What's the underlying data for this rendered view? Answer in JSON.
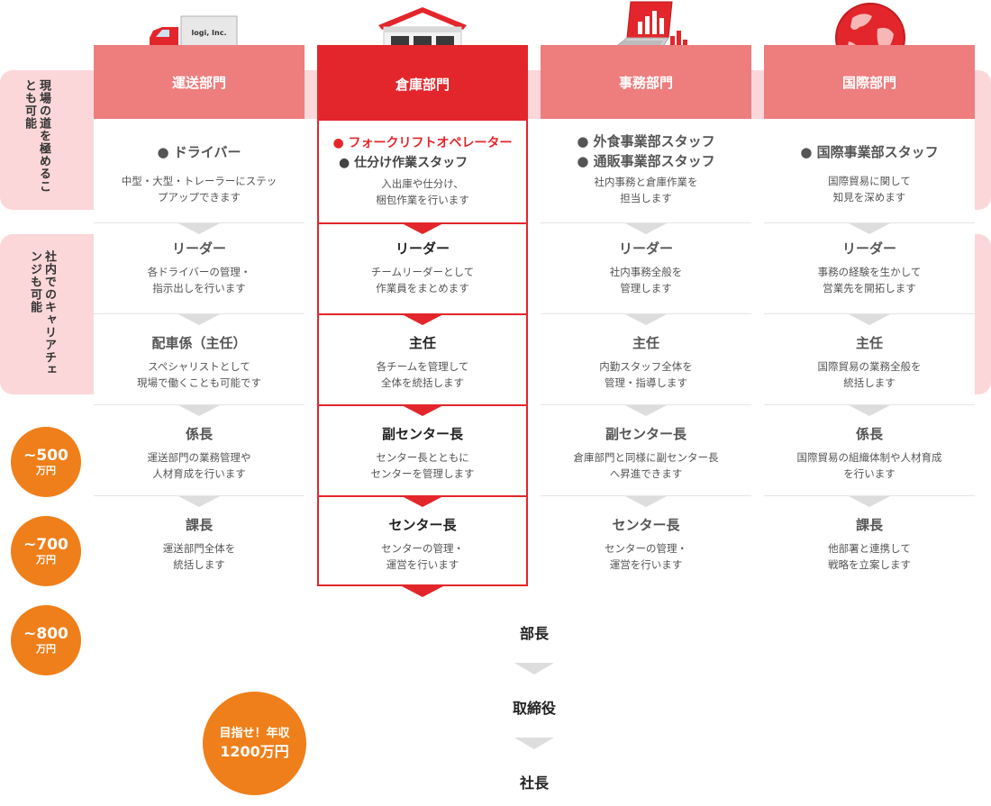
{
  "side_labels": {
    "top": "現場の道を極めることも可能",
    "middle": "社内でのキャリアチェンジも可能"
  },
  "salary": [
    {
      "amount": "~500",
      "unit": "万円"
    },
    {
      "amount": "~700",
      "unit": "万円"
    },
    {
      "amount": "~800",
      "unit": "万円"
    }
  ],
  "goal": {
    "line1": "目指せ！年収",
    "line2": "1200万円"
  },
  "truck_logo": "logi, Inc.",
  "columns": [
    {
      "title": "運送部門",
      "first": {
        "bullets": [
          "ドライバー"
        ],
        "desc": [
          "中型・大型・トレーラーにステッ",
          "プアップできます"
        ]
      },
      "stages": [
        {
          "title": "リーダー",
          "desc": [
            "各ドライバーの管理・",
            "指示出しを行います"
          ]
        },
        {
          "title": "配車係（主任）",
          "desc": [
            "スペシャリストとして",
            "現場で働くことも可能です"
          ]
        },
        {
          "title": "係長",
          "desc": [
            "運送部門の業務管理や",
            "人材育成を行います"
          ]
        },
        {
          "title": "課長",
          "desc": [
            "運送部門全体を",
            "統括します"
          ]
        }
      ]
    },
    {
      "title": "倉庫部門",
      "first": {
        "bullets": [
          "フォークリフトオペレーター",
          "仕分け作業スタッフ"
        ],
        "desc": [
          "入出庫や仕分け、",
          "梱包作業を行います"
        ]
      },
      "stages": [
        {
          "title": "リーダー",
          "desc": [
            "チームリーダーとして",
            "作業員をまとめます"
          ]
        },
        {
          "title": "主任",
          "desc": [
            "各チームを管理して",
            "全体を統括します"
          ]
        },
        {
          "title": "副センター長",
          "desc": [
            "センター長とともに",
            "センターを管理します"
          ]
        },
        {
          "title": "センター長",
          "desc": [
            "センターの管理・",
            "運営を行います"
          ]
        }
      ]
    },
    {
      "title": "事務部門",
      "first": {
        "bullets": [
          "外食事業部スタッフ",
          "通販事業部スタッフ"
        ],
        "desc": [
          "社内事務と倉庫作業を",
          "担当します"
        ]
      },
      "stages": [
        {
          "title": "リーダー",
          "desc": [
            "社内事務全般を",
            "管理します"
          ]
        },
        {
          "title": "主任",
          "desc": [
            "内勤スタッフ全体を",
            "管理・指導します"
          ]
        },
        {
          "title": "副センター長",
          "desc": [
            "倉庫部門と同様に副センター長",
            "へ昇進できます"
          ]
        },
        {
          "title": "センター長",
          "desc": [
            "センターの管理・",
            "運営を行います"
          ]
        }
      ]
    },
    {
      "title": "国際部門",
      "first": {
        "bullets": [
          "国際事業部スタッフ"
        ],
        "desc": [
          "国際貿易に関して",
          "知見を深めます"
        ]
      },
      "stages": [
        {
          "title": "リーダー",
          "desc": [
            "事務の経験を生かして",
            "営業先を開拓します"
          ]
        },
        {
          "title": "主任",
          "desc": [
            "国際貿易の業務全般を",
            "統括します"
          ]
        },
        {
          "title": "係長",
          "desc": [
            "国際貿易の組織体制や人材育成",
            "を行います"
          ]
        },
        {
          "title": "課長",
          "desc": [
            "他部署と連携して",
            "戦略を立案します"
          ]
        }
      ]
    }
  ],
  "executive": [
    "部長",
    "取締役",
    "社長"
  ],
  "colors": {
    "accent": "#e3262b",
    "header": "#ee7d7d",
    "band": "#fbd7d9",
    "salary": "#ef7f1a"
  },
  "icons": [
    "truck-icon",
    "warehouse-icon",
    "laptop-chart-icon",
    "globe-icon"
  ]
}
